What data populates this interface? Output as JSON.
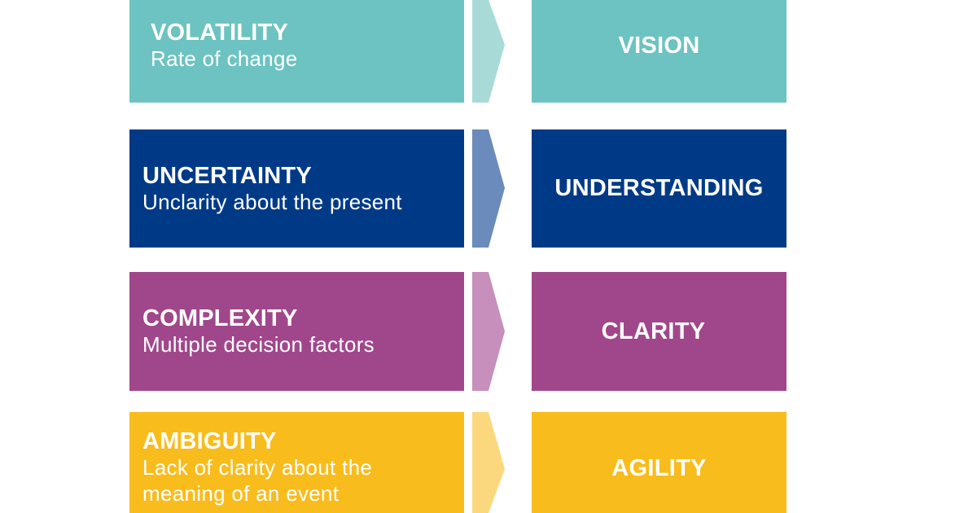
{
  "rows": [
    {
      "title": "VOLATILITY",
      "subtitle": "Rate of change",
      "response": "VISION",
      "color": "#6cc3c1",
      "arrow_color": "#a8dbd8"
    },
    {
      "title": "UNCERTAINTY",
      "subtitle": "Unclarity about the present",
      "response": "UNDERSTANDING",
      "color": "#003a86",
      "arrow_color": "#6a8bbb"
    },
    {
      "title": "COMPLEXITY",
      "subtitle": "Multiple decision factors",
      "response": "CLARITY",
      "color": "#a0478b",
      "arrow_color": "#c78fbb"
    },
    {
      "title": "AMBIGUITY",
      "subtitle_lines": [
        "Lack of clarity about the",
        "meaning of an event"
      ],
      "response": "AGILITY",
      "color": "#f8bc1c",
      "arrow_color": "#fbd87e"
    }
  ]
}
